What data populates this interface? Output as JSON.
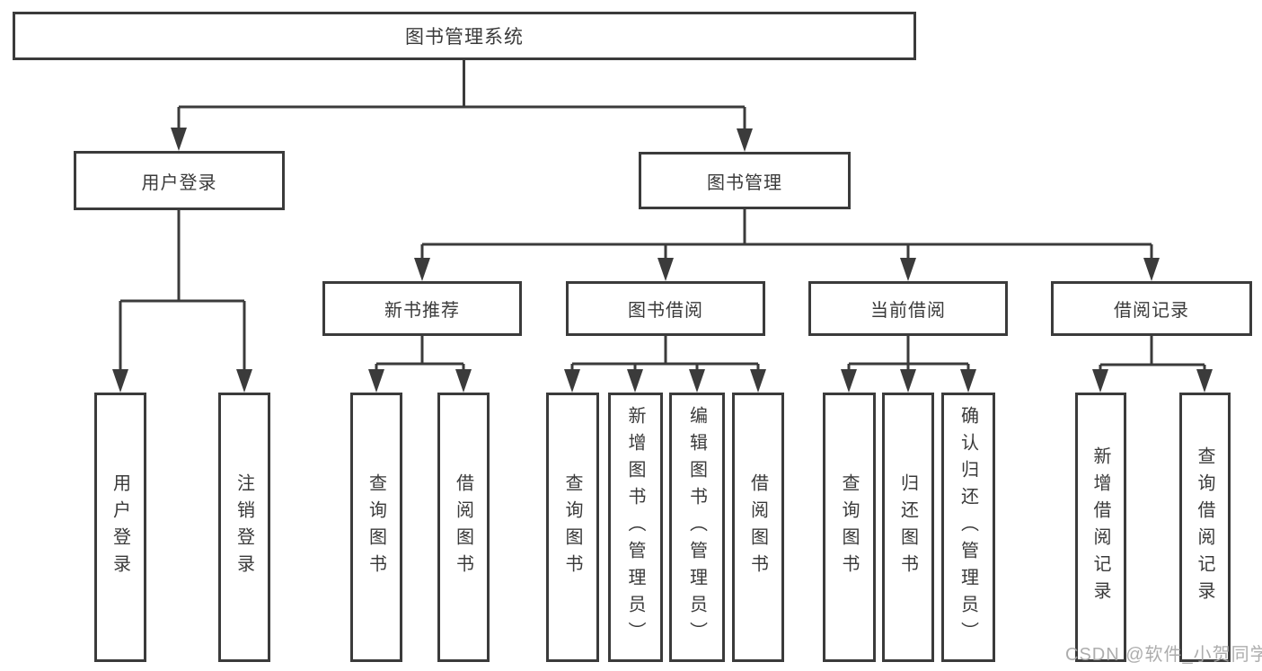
{
  "diagram": {
    "title": "图书管理系统",
    "watermark": "CSDN @软件_小贺同学",
    "colors": {
      "line": "#3b3b3b",
      "box_border": "#3b3b3b",
      "text": "#3a3a3a",
      "background": "#ffffff",
      "watermark": "#a6a6a6"
    },
    "root": {
      "label": "图书管理系统"
    },
    "level2": [
      {
        "label": "用户登录"
      },
      {
        "label": "图书管理"
      }
    ],
    "level3": [
      {
        "label": "新书推荐"
      },
      {
        "label": "图书借阅"
      },
      {
        "label": "当前借阅"
      },
      {
        "label": "借阅记录"
      }
    ],
    "leaves": {
      "user_login": [
        "用户登录",
        "注销登录"
      ],
      "new_books": [
        "查询图书",
        "借阅图书"
      ],
      "book_borrow": [
        "查询图书",
        "新增图书（管理员）",
        "编辑图书（管理员）",
        "借阅图书"
      ],
      "current_borrow": [
        "查询图书",
        "归还图书",
        "确认归还（管理员）"
      ],
      "borrow_records": [
        "新增借阅记录",
        "查询借阅记录"
      ]
    }
  }
}
